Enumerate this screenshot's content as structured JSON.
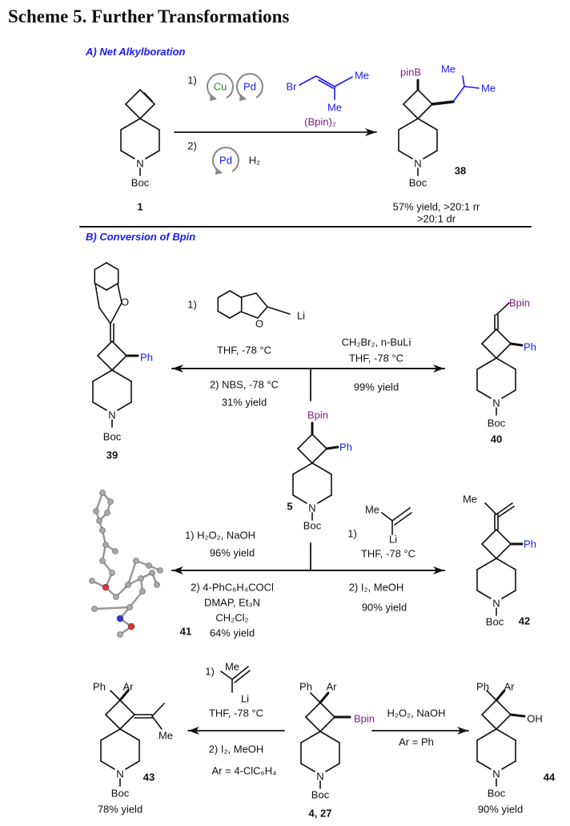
{
  "title": "Scheme 5. Further Transformations",
  "atoms": {
    "N": "N",
    "Boc": "Boc",
    "pinB": "pinB",
    "Me": "Me",
    "Bpin": "Bpin",
    "Ph": "Ph",
    "Ar": "Ar",
    "OH": "OH",
    "Br": "Br",
    "Li": "Li",
    "O": "O"
  },
  "section_a": {
    "heading": "A) Net Alkylboration",
    "step1": "1)",
    "cu": "Cu",
    "pd": "Pd",
    "bpin2": "(Bpin)₂",
    "step2": "2)",
    "h2": "H₂",
    "yield": "57% yield, >20:1 rr",
    "dr": ">20:1 dr"
  },
  "section_b": {
    "heading": "B) Conversion of Bpin",
    "left_top": {
      "step1": "1)",
      "cond1": "THF, -78 °C",
      "step2": "2) NBS, -78 °C",
      "yield": "31% yield"
    },
    "right_top": {
      "reagent": "CH₂Br₂, n-BuLi",
      "cond": "THF, -78 °C",
      "yield": "99% yield"
    },
    "left_mid": {
      "step1": "1)  H₂O₂, NaOH",
      "yield1": "96% yield",
      "step2": "2)  4-PhC₆H₄COCl",
      "reagent2": "DMAP, Et₃N",
      "solvent": "CH₂Cl₂",
      "yield": "64% yield"
    },
    "right_mid": {
      "step1": "1)",
      "cond1": "THF, -78 °C",
      "step2": "2) I₂, MeOH",
      "yield": "90% yield"
    },
    "left_bot": {
      "step1": "1)",
      "cond1": "THF, -78 °C",
      "step2": "2) I₂, MeOH",
      "ar": "Ar = 4-ClC₆H₄",
      "yield": "78% yield"
    },
    "right_bot": {
      "reagent": "H₂O₂, NaOH",
      "ar": "Ar = Ph",
      "yield": "90% yield"
    }
  },
  "compounds": {
    "c1": "1",
    "c38": "38",
    "c39": "39",
    "c40": "40",
    "c5": "5",
    "c41": "41",
    "c42": "42",
    "c43": "43",
    "c4_27": "4, 27",
    "c44": "44"
  },
  "colors": {
    "blue": "#1a1aff",
    "purple": "#7a1f7a",
    "green": "#1a8a1a"
  }
}
